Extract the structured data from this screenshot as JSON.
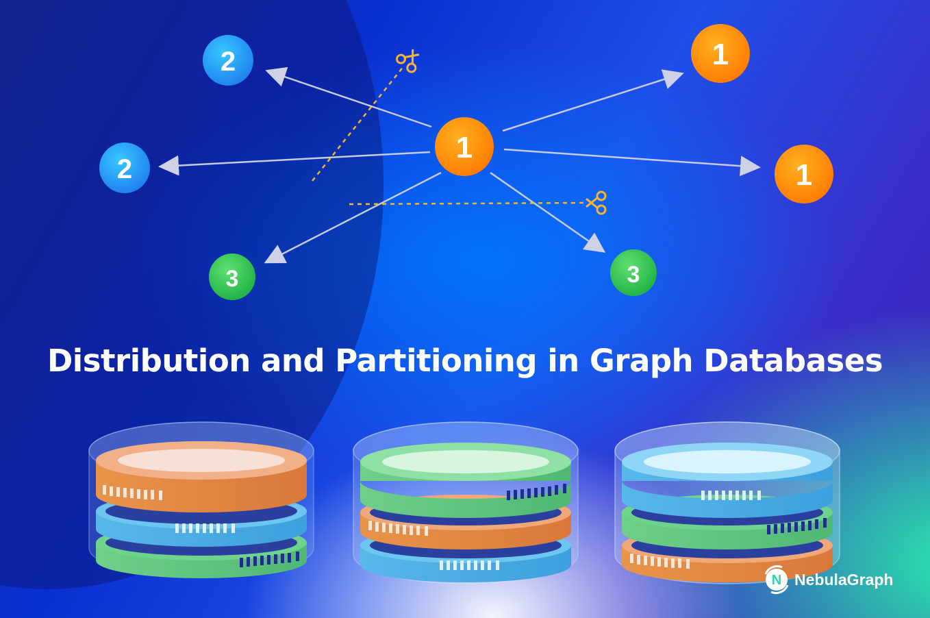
{
  "title": "Distribution and Partitioning in Graph Databases",
  "nodes": {
    "center": "1",
    "top_left": "2",
    "mid_left": "2",
    "bottom_left": "3",
    "bottom_right": "3",
    "top_right": "1",
    "mid_right": "1"
  },
  "brand": {
    "name": "NebulaGraph",
    "logo_letter": "N"
  },
  "colors": {
    "orange": "#ff8c00",
    "blue": "#22a8f5",
    "green": "#33cc55",
    "cut_line": "#f5b52e",
    "edge": "#c8cbe0"
  },
  "icons": [
    "scissors-icon",
    "scissors-icon",
    "database-icon",
    "database-icon",
    "database-icon"
  ]
}
